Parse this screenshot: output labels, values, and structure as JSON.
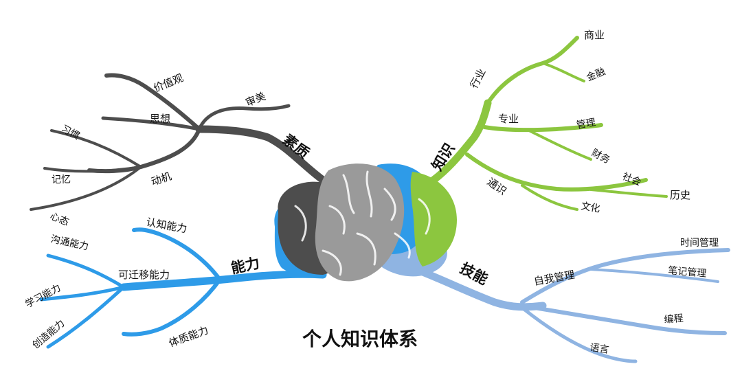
{
  "title": "个人知识体系",
  "colors": {
    "gray": "#4d4d4d",
    "green": "#8cc63f",
    "blue": "#2e9be8",
    "lightblue": "#8fb4e2"
  },
  "branches": {
    "suzhi": {
      "label": "素质",
      "items": [
        "价值观",
        "审美",
        "思想",
        "习惯",
        "记忆",
        "动机",
        "心态"
      ]
    },
    "zhishi": {
      "label": "知识",
      "items": [
        "行业",
        "商业",
        "金融",
        "专业",
        "管理",
        "财务",
        "通识",
        "社会",
        "历史",
        "文化"
      ]
    },
    "nengli": {
      "label": "能力",
      "items": [
        "沟通能力",
        "认知能力",
        "可迁移能力",
        "学习能力",
        "创造能力",
        "体质能力"
      ]
    },
    "jineng": {
      "label": "技能",
      "items": [
        "时间管理",
        "自我管理",
        "笔记管理",
        "编程",
        "语言"
      ]
    }
  }
}
